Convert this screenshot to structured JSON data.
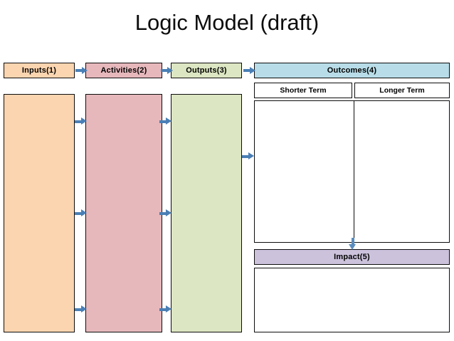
{
  "page": {
    "title": "Logic Model (draft)",
    "background_color": "#ffffff"
  },
  "colors": {
    "inputs": "#FBD5B0",
    "activities": "#E6B8BC",
    "outputs": "#DCE6C2",
    "outcomes": "#B8DDE8",
    "impact": "#CCC2DC",
    "box_border": "#0D0D0D",
    "arrow": "#4A7FB5",
    "body_white": "#FFFFFF"
  },
  "columns": [
    {
      "id": "inputs",
      "header_label": "Inputs(1)",
      "header_color": "#FBD5B0",
      "body_color": "#FBD5B0",
      "body_content": ""
    },
    {
      "id": "activities",
      "header_label": "Activities(2)",
      "header_color": "#E6B8BC",
      "body_color": "#E6B8BC",
      "body_content": ""
    },
    {
      "id": "outputs",
      "header_label": "Outputs(3)",
      "header_color": "#DCE6C2",
      "body_color": "#DCE6C2",
      "body_content": ""
    }
  ],
  "outcomes": {
    "header_label": "Outcomes(4)",
    "header_color": "#B8DDE8",
    "sub_columns": [
      {
        "id": "shorter-term",
        "label": "Shorter Term",
        "content": ""
      },
      {
        "id": "longer-term",
        "label": "Longer Term",
        "content": ""
      }
    ]
  },
  "impact": {
    "header_label": "Impact(5)",
    "header_color": "#CCC2DC",
    "body_content": ""
  },
  "arrows": [
    {
      "name": "inputs-to-activities-1",
      "direction": "right"
    },
    {
      "name": "inputs-to-activities-2",
      "direction": "right"
    },
    {
      "name": "inputs-to-activities-3",
      "direction": "right"
    },
    {
      "name": "activities-to-outputs-1",
      "direction": "right"
    },
    {
      "name": "activities-to-outputs-2",
      "direction": "right"
    },
    {
      "name": "activities-to-outputs-3",
      "direction": "right"
    },
    {
      "name": "outputs-to-outcomes",
      "direction": "right"
    },
    {
      "name": "outcomes-to-impact",
      "direction": "down"
    },
    {
      "name": "outputs-header-to-outcomes-header",
      "direction": "right"
    },
    {
      "name": "inputs-header-to-activities-header",
      "direction": "right"
    },
    {
      "name": "activities-header-to-outputs-header",
      "direction": "right"
    }
  ]
}
